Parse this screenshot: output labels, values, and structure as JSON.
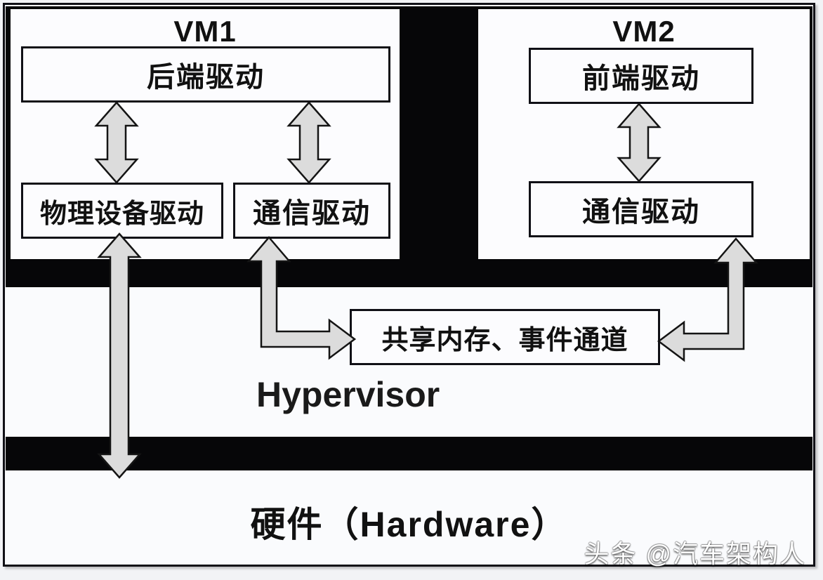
{
  "colors": {
    "frame": "#101016",
    "black_band": "#060608",
    "band_fill": "#fafbfd",
    "box_fill": "#fcfcfe",
    "box_border": "#101016",
    "arrow_fill": "#dcdcdc",
    "arrow_stroke": "#141414",
    "text": "#111111",
    "watermark": "#ffffff"
  },
  "vm1": {
    "title": "VM1",
    "backend_driver": "后端驱动",
    "physical_driver": "物理设备驱动",
    "comm_driver": "通信驱动"
  },
  "vm2": {
    "title": "VM2",
    "frontend_driver": "前端驱动",
    "comm_driver": "通信驱动"
  },
  "hypervisor": {
    "label": "Hypervisor",
    "shared_channel": "共享内存、事件通道"
  },
  "hardware": {
    "label": "硬件（Hardware）"
  },
  "watermark": {
    "label": "头条 @汽车架构人"
  },
  "arrows": [
    {
      "name": "vm1-backend-physical-arrow",
      "type": "double-vertical",
      "between": [
        "后端驱动",
        "物理设备驱动"
      ]
    },
    {
      "name": "vm1-backend-comm-arrow",
      "type": "double-vertical",
      "between": [
        "后端驱动",
        "通信驱动"
      ]
    },
    {
      "name": "vm2-frontend-comm-arrow",
      "type": "double-vertical",
      "between": [
        "前端驱动",
        "通信驱动"
      ]
    },
    {
      "name": "physical-hardware-arrow",
      "type": "double-vertical",
      "between": [
        "物理设备驱动",
        "硬件（Hardware）"
      ]
    },
    {
      "name": "vm1-comm-shared-arrow",
      "type": "elbow",
      "between": [
        "通信驱动",
        "共享内存、事件通道"
      ]
    },
    {
      "name": "vm2-comm-shared-arrow",
      "type": "elbow",
      "between": [
        "通信驱动",
        "共享内存、事件通道"
      ]
    }
  ]
}
